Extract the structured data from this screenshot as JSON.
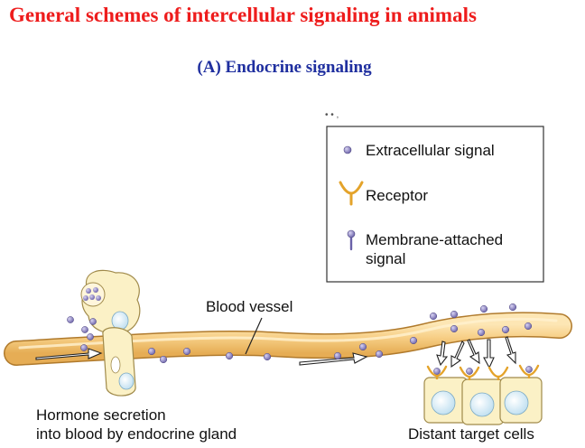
{
  "title": "General schemes of intercellular signaling in animals",
  "subtitle": "(A) Endocrine signaling",
  "legend": {
    "items": [
      {
        "label": "Extracellular signal",
        "icon": "signal-dot-icon"
      },
      {
        "label": "Receptor",
        "icon": "receptor-icon"
      },
      {
        "label_line1": "Membrane-attached",
        "label_line2": "signal",
        "icon": "membrane-signal-icon"
      }
    ]
  },
  "labels": {
    "blood_vessel": "Blood vessel",
    "gland_line1": "Hormone secretion",
    "gland_line2": "into blood by endocrine gland",
    "targets": "Distant target cells"
  },
  "colors": {
    "vessel": "#f6cf8a",
    "cell": "#fbf1c6",
    "nucleus": "#d6ecf7",
    "signal": "#8f86c4",
    "receptor": "#e4a32a",
    "title": "#ee1c1c",
    "subtitle": "#1f2f9f"
  }
}
